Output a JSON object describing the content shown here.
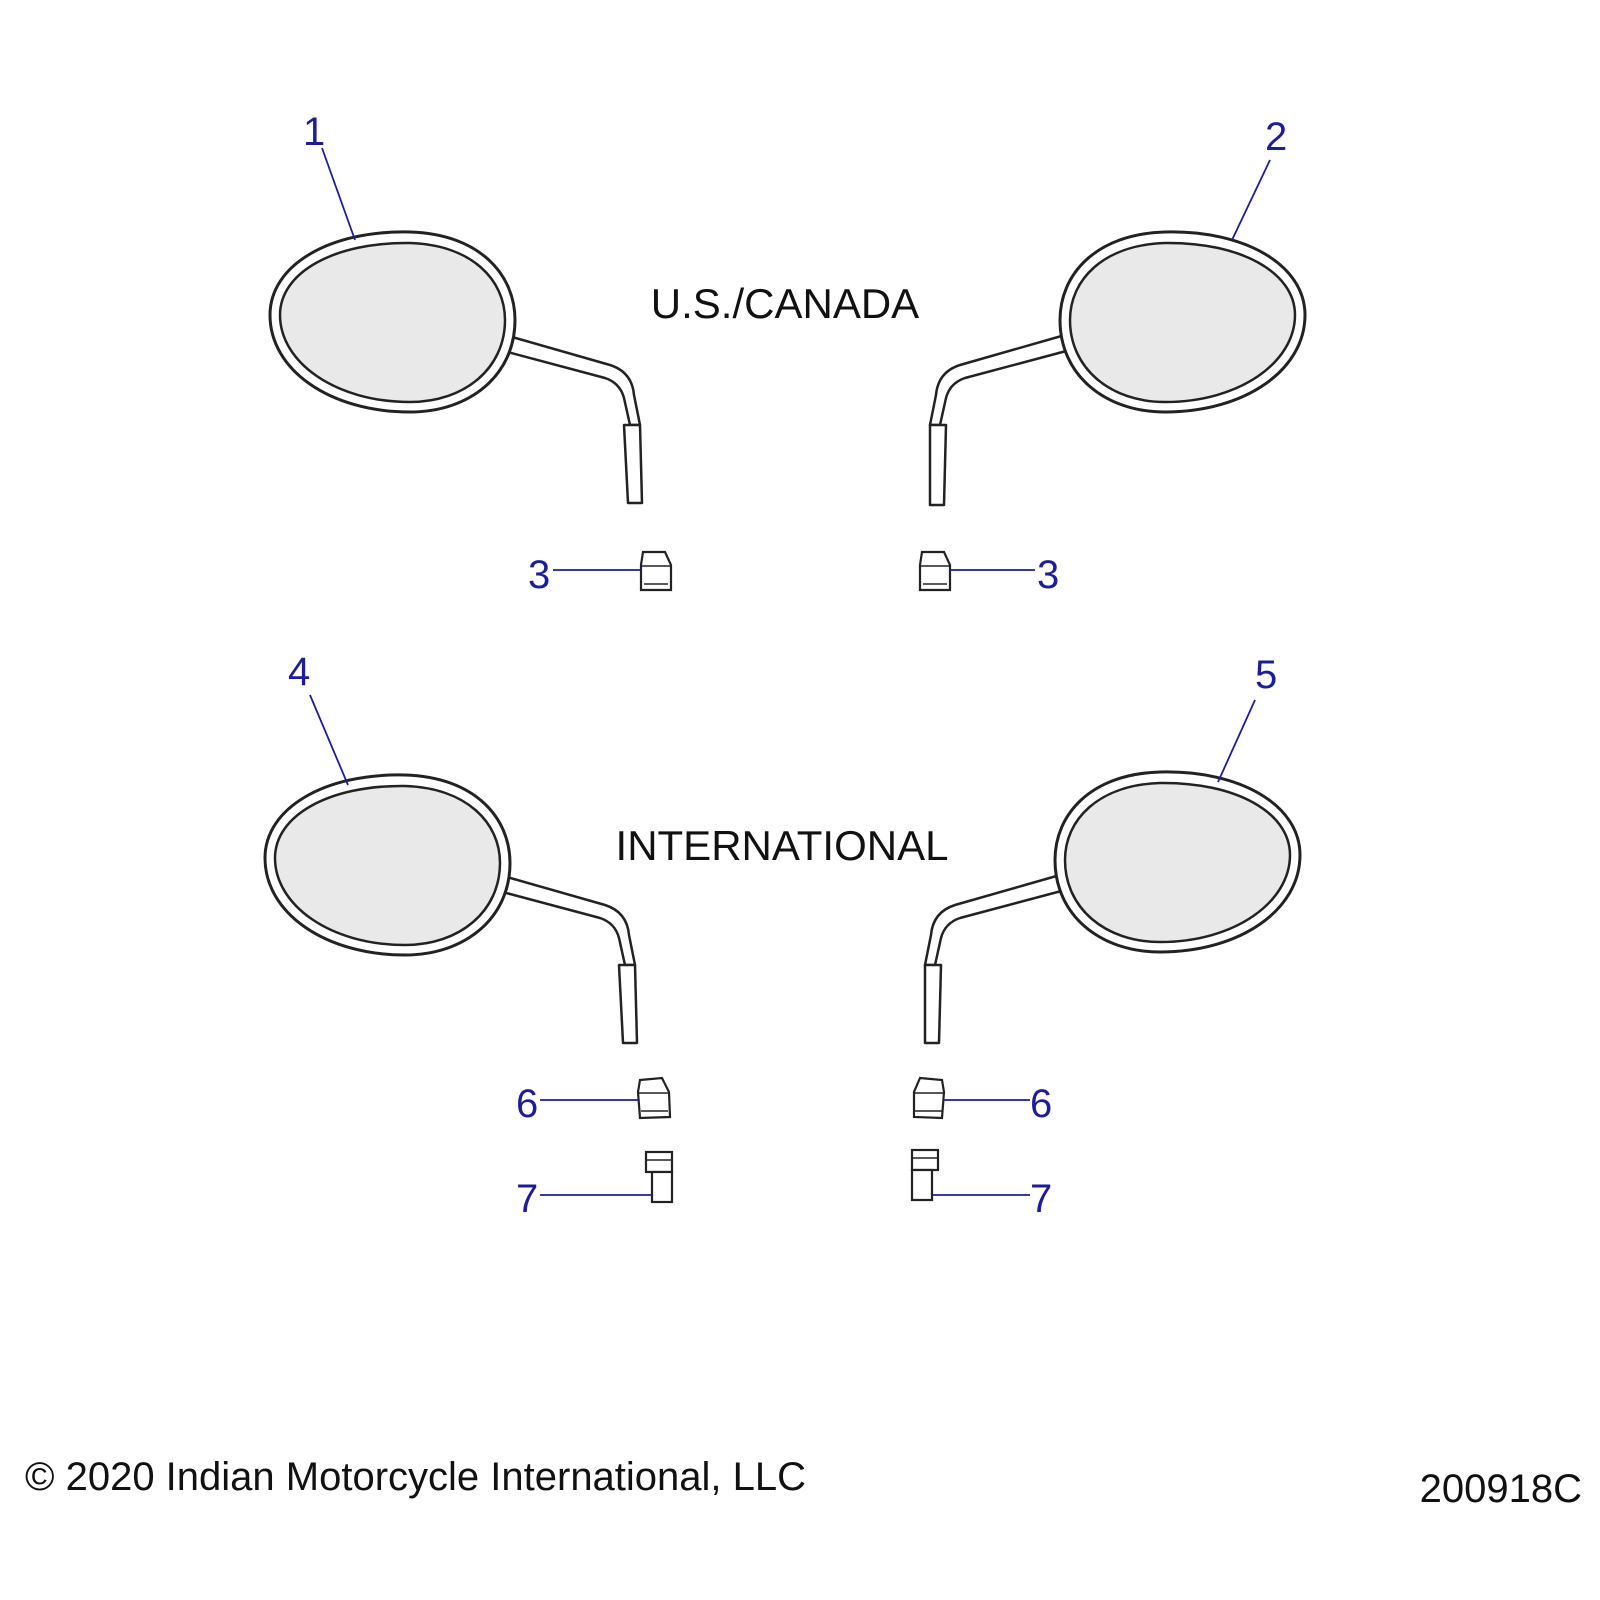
{
  "labels": {
    "region_top": "U.S./CANADA",
    "region_bottom": "INTERNATIONAL",
    "copyright": "© 2020 Indian Motorcycle International, LLC",
    "drawing_number": "200918C"
  },
  "callouts": {
    "c1": "1",
    "c2": "2",
    "c3a": "3",
    "c3b": "3",
    "c4": "4",
    "c5": "5",
    "c6a": "6",
    "c6b": "6",
    "c7a": "7",
    "c7b": "7"
  },
  "colors": {
    "callout": "#1d1d9a",
    "line": "#222222",
    "lens": "#e9e9e9"
  }
}
